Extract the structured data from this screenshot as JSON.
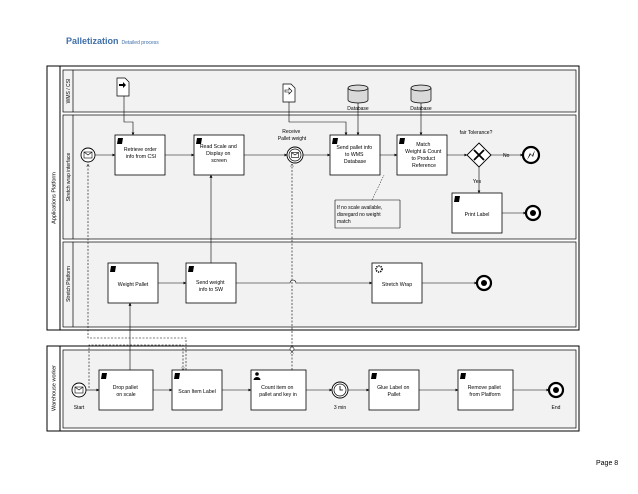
{
  "header": {
    "title": "Palletization",
    "subtitle": "Detailed process"
  },
  "footer": {
    "page": "Page 8"
  },
  "pools": {
    "applications": "Applications Platform",
    "warehouse": "Warehouse worker"
  },
  "lanes": {
    "wms": "WMS / CSI",
    "stretch_interface": "Stretch wrap interface",
    "stretch_platform": "Stretch Platform"
  },
  "data_stores": {
    "db1": "Database",
    "db2": "Database"
  },
  "tasks": {
    "retrieve_order": [
      "Retrieve order",
      "info from CSI"
    ],
    "read_scale": [
      "Read Scale and",
      "Display on",
      "screen"
    ],
    "send_pallet_info": [
      "Send pallet info",
      "to WMS",
      "Database"
    ],
    "match": [
      "Match",
      "Weight & Count",
      "to Product",
      "Reference"
    ],
    "print_label": [
      "Print Label"
    ],
    "weight_pallet": [
      "Weight Pallet"
    ],
    "send_weight": [
      "Send weight",
      "info to SW"
    ],
    "stretch_wrap": [
      "Stretch Wrap"
    ],
    "drop_pallet": [
      "Drop pallet",
      "on scale"
    ],
    "scan_label": [
      "Scan Item Label"
    ],
    "count_items": [
      "Count item on",
      "pallet and key in"
    ],
    "glue_label": [
      "Glue Label on",
      "Pallet"
    ],
    "remove_pallet": [
      "Remove pallet",
      "from Platform"
    ]
  },
  "events": {
    "receive_weight": [
      "Receive",
      "Pallet weight"
    ],
    "timer": "3 min",
    "start": "Start",
    "end": "End"
  },
  "gateway": {
    "question": "fair Tolerance?",
    "no": "No",
    "yes": "Yes"
  },
  "annotation": [
    "If no scale available,",
    "disregard no weight",
    "match"
  ]
}
